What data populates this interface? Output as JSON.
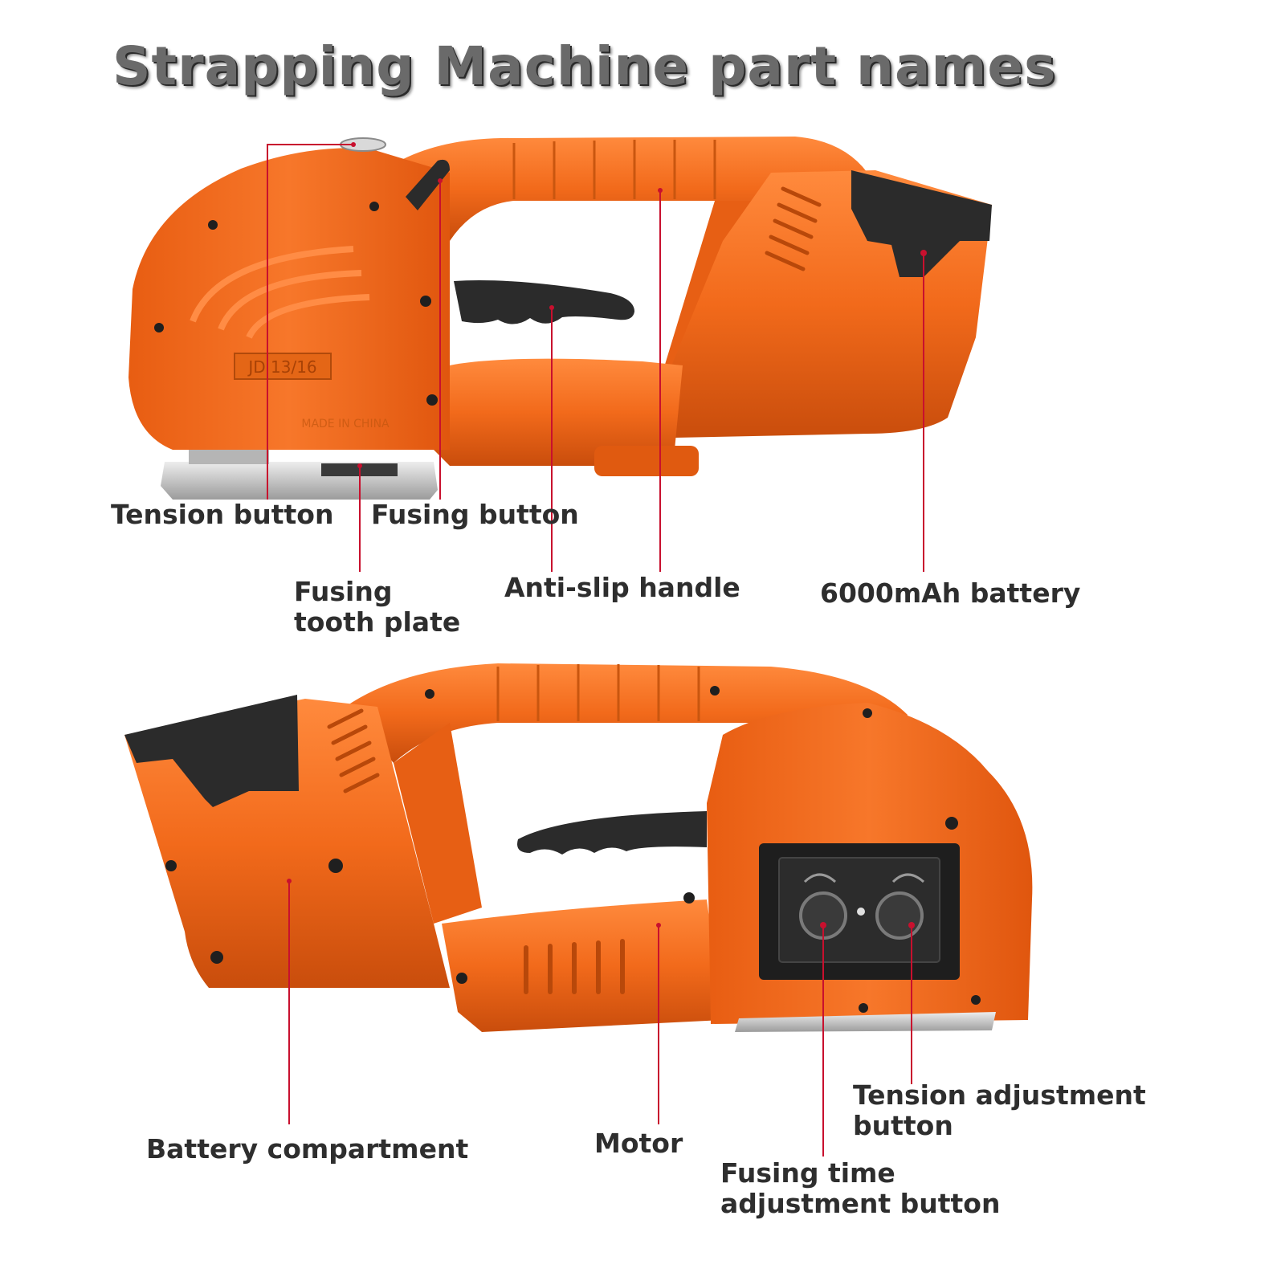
{
  "title": "Strapping Machine part names",
  "model_marking": "JD 13/16",
  "made_in_marking": "MADE IN CHINA",
  "labels": {
    "tension_button": "Tension button",
    "fusing_button": "Fusing button",
    "fusing_tooth_plate": [
      "Fusing",
      "tooth plate"
    ],
    "anti_slip_handle": "Anti-slip handle",
    "battery": "6000mAh battery",
    "battery_compartment": "Battery compartment",
    "motor": "Motor",
    "tension_adjustment_button": [
      "Tension adjustment",
      "button"
    ],
    "fusing_time_adjustment_button": [
      "Fusing time",
      "adjustment button"
    ]
  },
  "colors": {
    "body_orange": "#f26a1b",
    "body_shadow": "#c94d0c",
    "body_highlight": "#ff8a3d",
    "battery_black": "#2b2b2b",
    "leader_red": "#c8102e",
    "metal": "#c9c9c9",
    "label_text": "#2e2e2e"
  }
}
